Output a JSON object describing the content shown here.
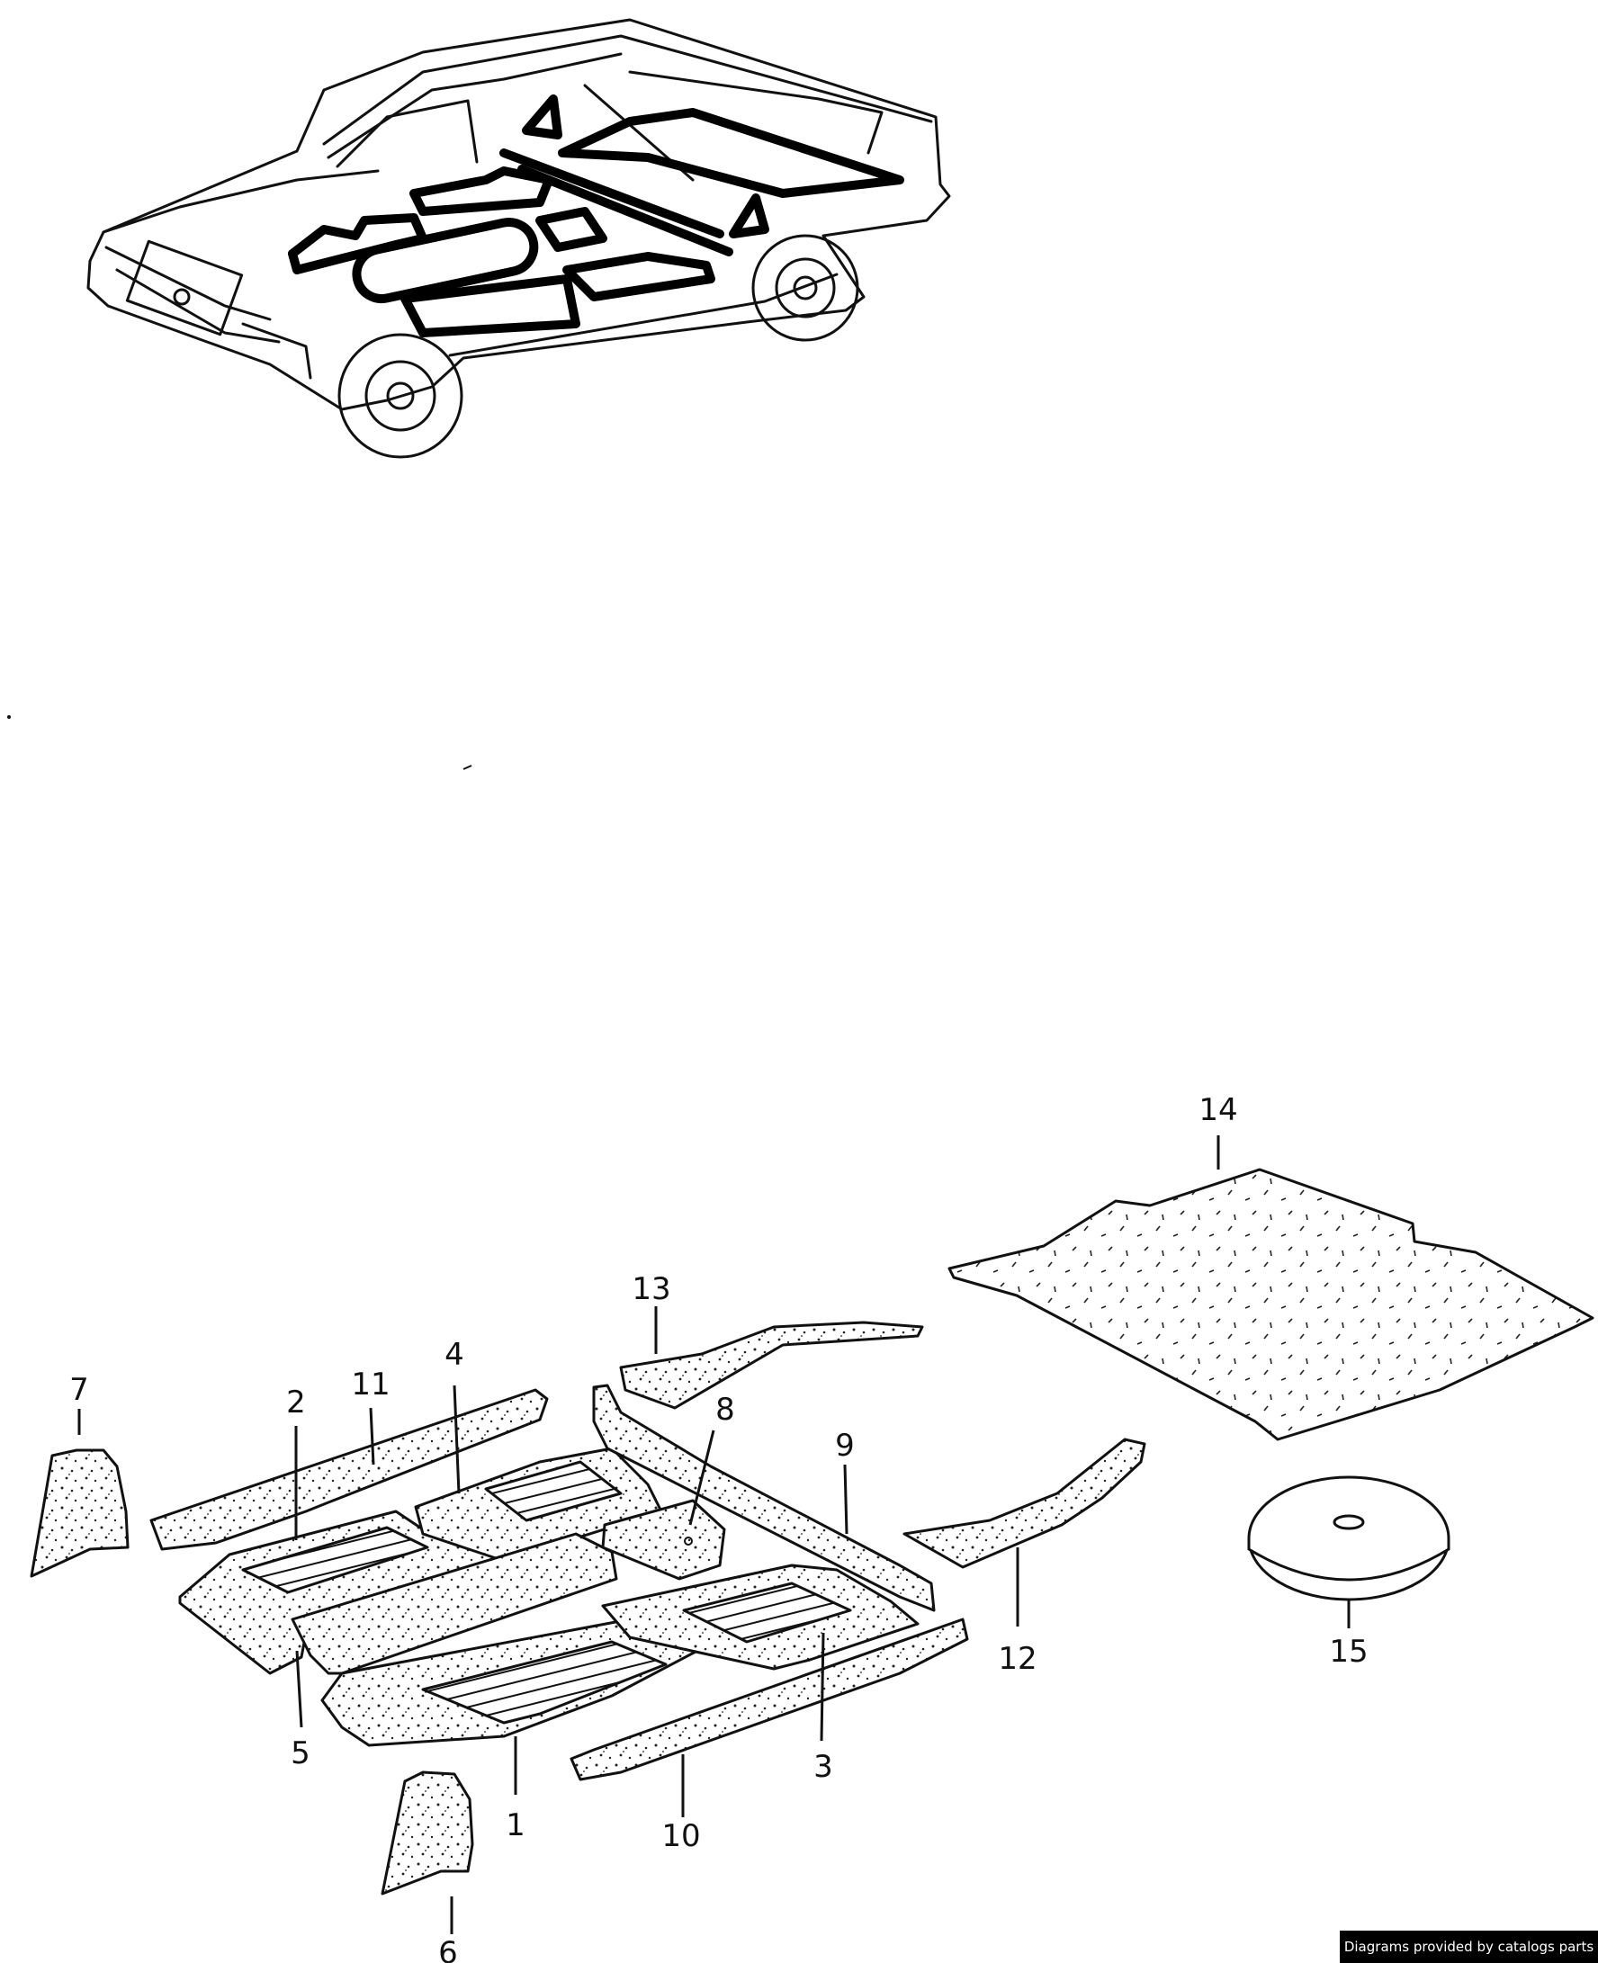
{
  "callouts": [
    "1",
    "2",
    "3",
    "4",
    "5",
    "6",
    "7",
    "8",
    "9",
    "10",
    "11",
    "12",
    "13",
    "14",
    "15"
  ],
  "footer": {
    "credit": "Diagrams provided by catalogs parts"
  }
}
